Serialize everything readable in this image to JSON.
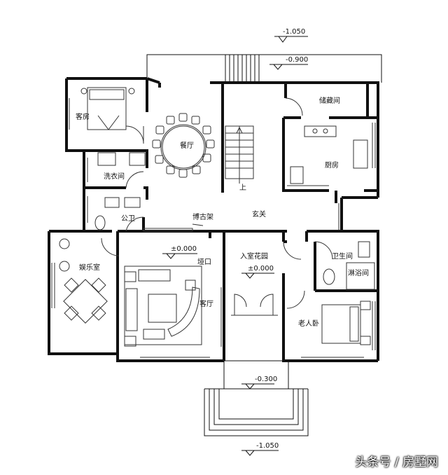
{
  "rooms": {
    "guest_room": "客房",
    "dining": "餐厅",
    "storage": "储藏间",
    "kitchen": "厨房",
    "laundry": "洗衣间",
    "public_wc": "公卫",
    "entry": "玄关",
    "antique_shelf": "博古架",
    "entertainment": "娱乐室",
    "living": "客厅",
    "indoor_garden": "入室花园",
    "bathroom": "卫生间",
    "shower": "淋浴间",
    "elder_bedroom": "老人卧",
    "stair_up": "上",
    "entrance_opening": "垭口"
  },
  "levels": {
    "top_outer": "-1.050",
    "top_inner": "-0.900",
    "living_floor": "±0.000",
    "garden_floor": "±0.000",
    "porch": "-0.300",
    "bottom": "-1.050"
  },
  "watermark": "头条号 / 房墅网",
  "colors": {
    "wall": "#111111",
    "line": "#333333",
    "background": "#ffffff"
  }
}
